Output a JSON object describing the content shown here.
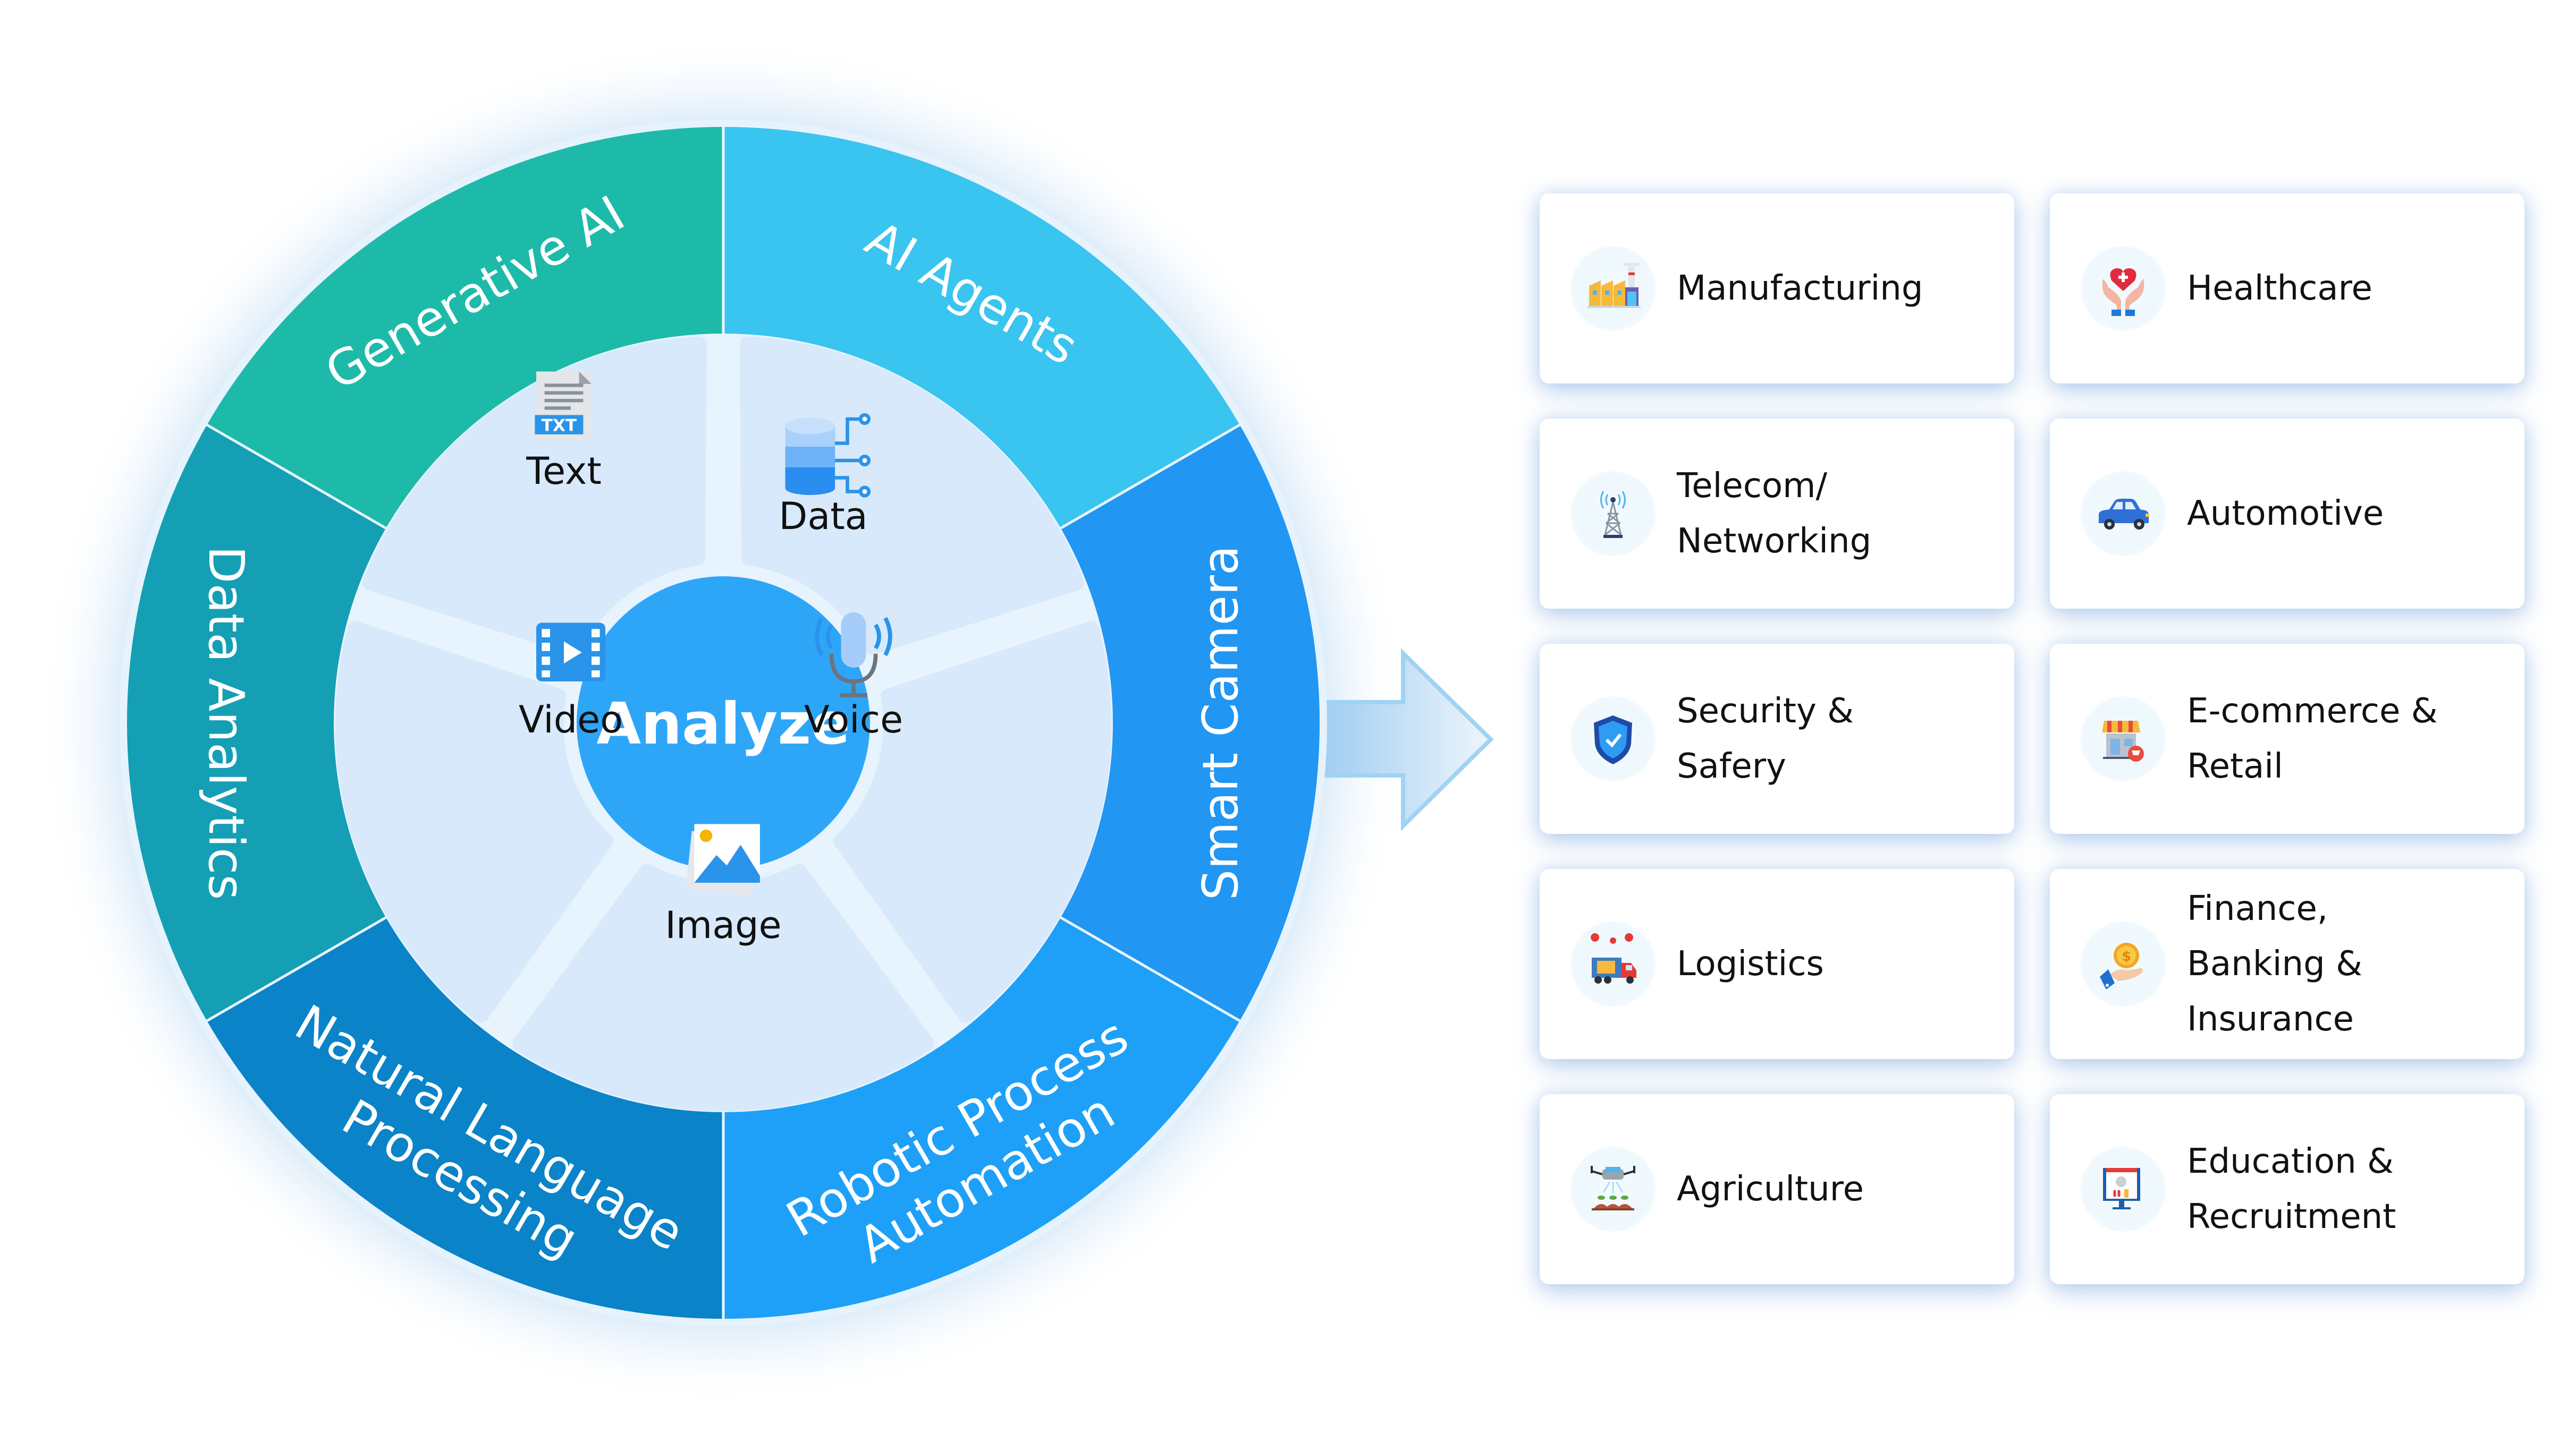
{
  "center": {
    "label": "Analyze",
    "color": "#2ea6f7"
  },
  "outer_ring": [
    {
      "label_lines": [
        "Generative AI"
      ],
      "color": "#1dbaa9"
    },
    {
      "label_lines": [
        "AI Agents"
      ],
      "color": "#3ac4f0"
    },
    {
      "label_lines": [
        "Smart  Camera"
      ],
      "color": "#2196f3"
    },
    {
      "label_lines": [
        "Robotic Process",
        "Automation"
      ],
      "color": "#1ea0f8"
    },
    {
      "label_lines": [
        "Natural Language",
        "Processing"
      ],
      "color": "#0a83c8"
    },
    {
      "label_lines": [
        "Data Analytics"
      ],
      "color": "#149fb5"
    }
  ],
  "inner_ring": [
    {
      "label": "Text",
      "icon": "text-file-icon"
    },
    {
      "label": "Data",
      "icon": "database-icon"
    },
    {
      "label": "Voice",
      "icon": "microphone-icon"
    },
    {
      "label": "Image",
      "icon": "image-icon"
    },
    {
      "label": "Video",
      "icon": "video-icon"
    }
  ],
  "arrow": {
    "icon": "arrow-right-icon"
  },
  "industries": [
    {
      "label": "Manufacturing",
      "icon": "factory-icon"
    },
    {
      "label": "Healthcare",
      "icon": "healthcare-hands-heart-icon"
    },
    {
      "label": "Telecom/\nNetworking",
      "icon": "telecom-tower-icon"
    },
    {
      "label": "Automotive",
      "icon": "car-icon"
    },
    {
      "label": "Security &\nSafery",
      "icon": "shield-check-icon"
    },
    {
      "label": "E-commerce &\nRetail",
      "icon": "shop-cart-icon"
    },
    {
      "label": "Logistics",
      "icon": "delivery-truck-icon"
    },
    {
      "label": "Finance,\nBanking &\nInsurance",
      "icon": "hand-coin-icon"
    },
    {
      "label": "Agriculture",
      "icon": "drone-crops-icon"
    },
    {
      "label": "Education &\nRecruitment",
      "icon": "computer-tools-icon"
    }
  ]
}
